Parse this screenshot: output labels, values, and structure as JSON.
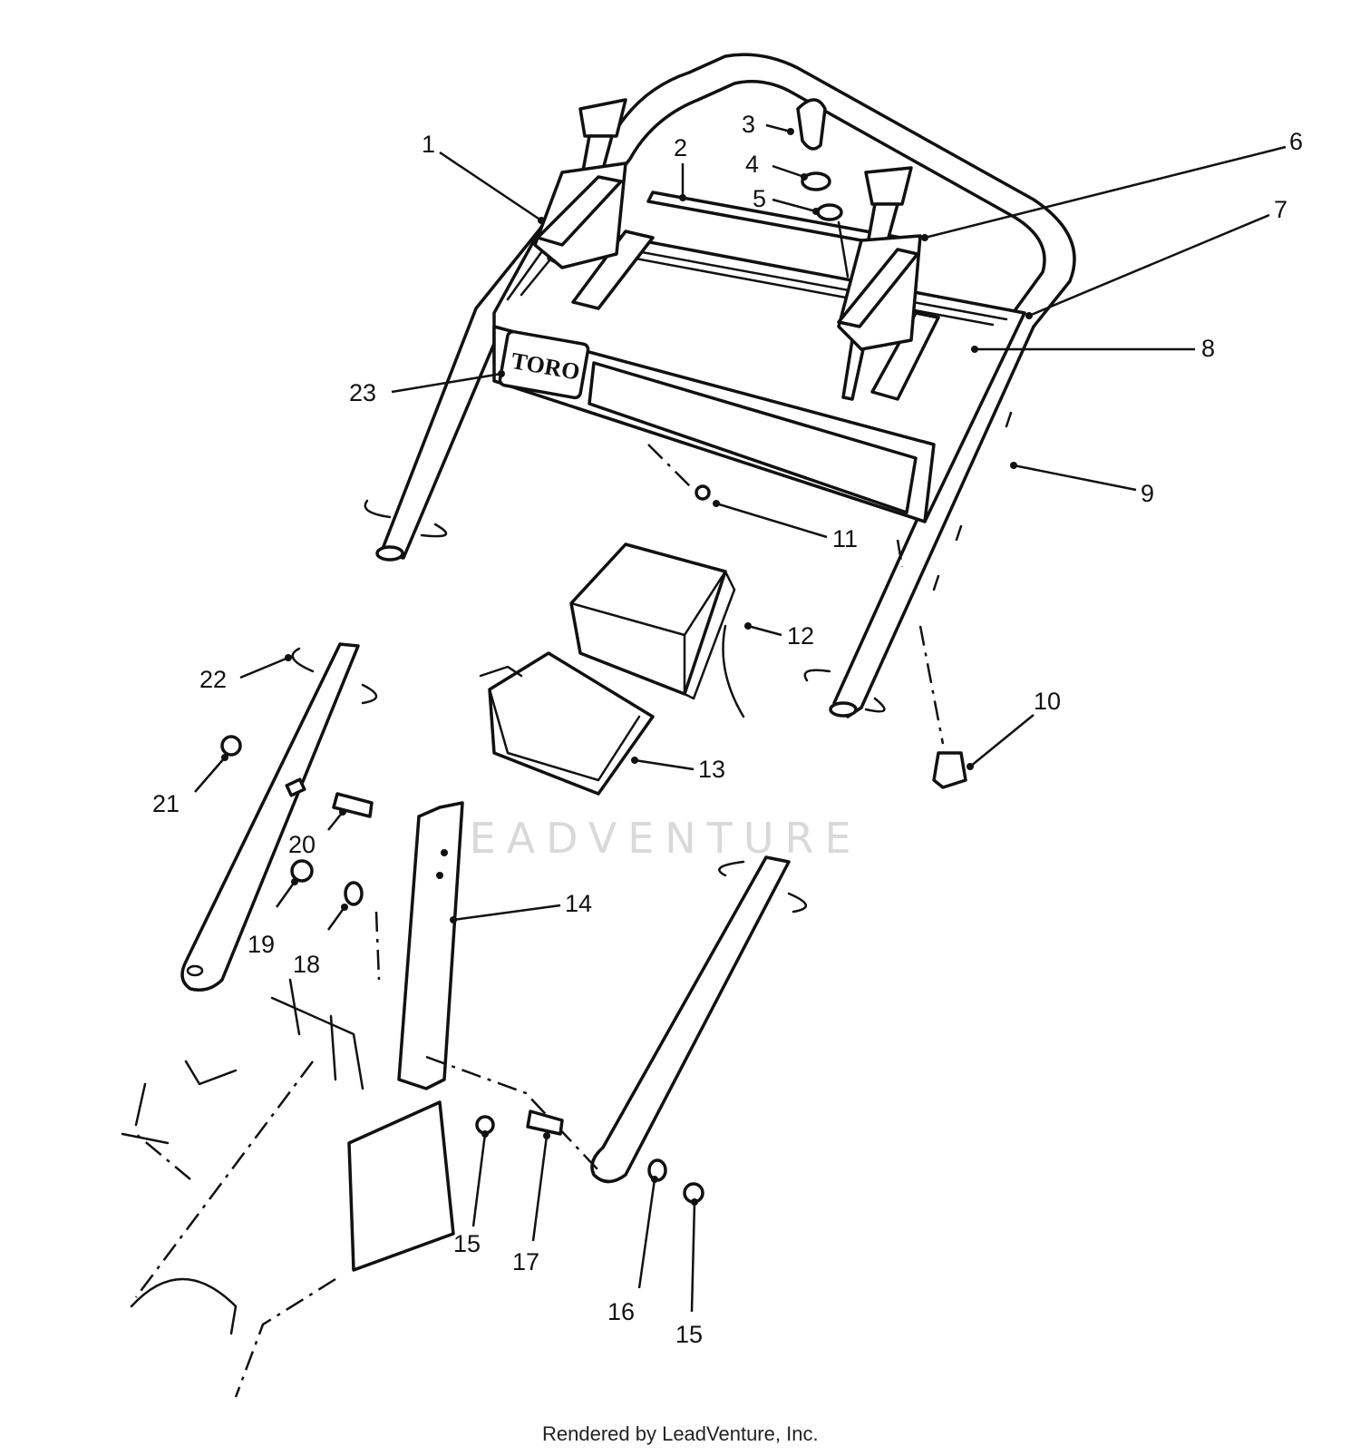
{
  "logo_text": "TORO",
  "watermark_text": "LEADVENTURE",
  "credit": "Rendered by LeadVenture, Inc.",
  "callouts": [
    {
      "id": "c1",
      "text": "1"
    },
    {
      "id": "c2",
      "text": "2"
    },
    {
      "id": "c3",
      "text": "3"
    },
    {
      "id": "c4",
      "text": "4"
    },
    {
      "id": "c5",
      "text": "5"
    },
    {
      "id": "c6",
      "text": "6"
    },
    {
      "id": "c7",
      "text": "7"
    },
    {
      "id": "c8",
      "text": "8"
    },
    {
      "id": "c9",
      "text": "9"
    },
    {
      "id": "c10",
      "text": "10"
    },
    {
      "id": "c11",
      "text": "11"
    },
    {
      "id": "c12",
      "text": "12"
    },
    {
      "id": "c13",
      "text": "13"
    },
    {
      "id": "c14",
      "text": "14"
    },
    {
      "id": "c15a",
      "text": "15"
    },
    {
      "id": "c15b",
      "text": "15"
    },
    {
      "id": "c16",
      "text": "16"
    },
    {
      "id": "c17",
      "text": "17"
    },
    {
      "id": "c18",
      "text": "18"
    },
    {
      "id": "c19",
      "text": "19"
    },
    {
      "id": "c20",
      "text": "20"
    },
    {
      "id": "c21",
      "text": "21"
    },
    {
      "id": "c22",
      "text": "22"
    },
    {
      "id": "c23",
      "text": "23"
    }
  ]
}
